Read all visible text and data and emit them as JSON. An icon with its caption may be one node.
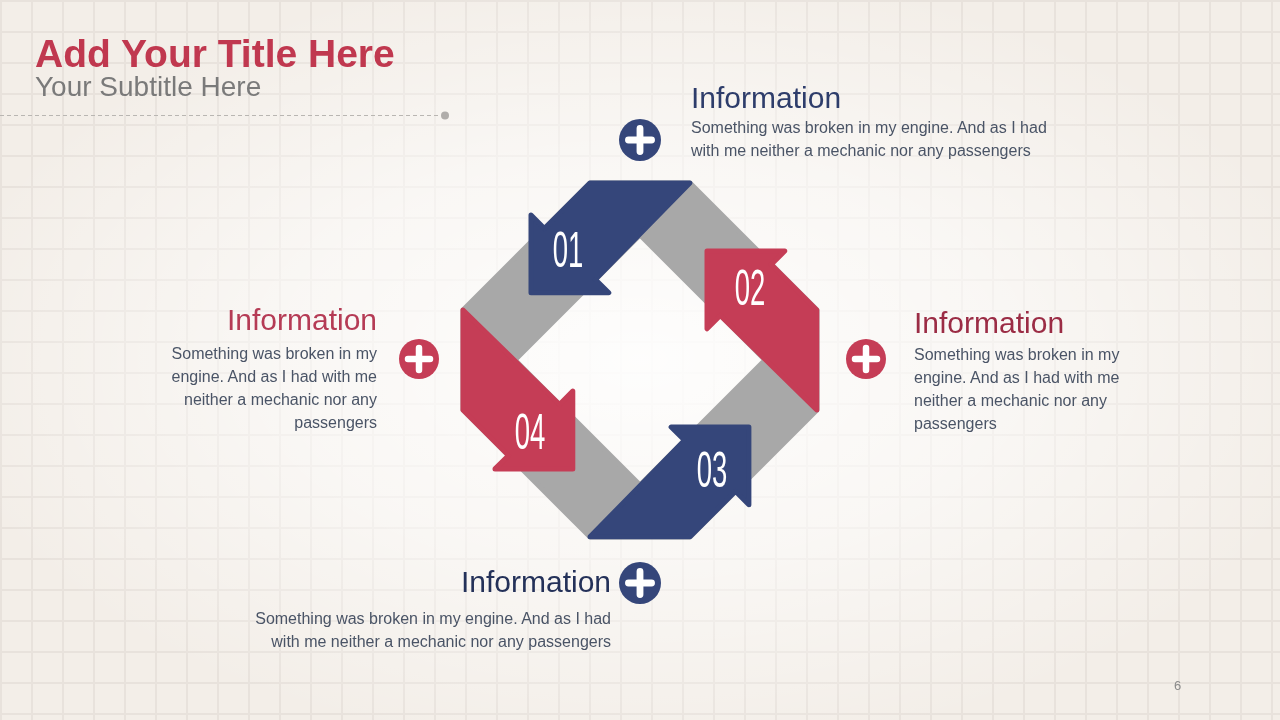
{
  "diagram": {
    "title": "Add Your Title Here",
    "nodes": [
      {
        "text": [
          "01"
        ],
        "beside": [
          "Information",
          "Something was broken in my engine. And as I had with me neither a mechanic nor any passengers"
        ]
      },
      {
        "text": [
          "02"
        ],
        "beside": [
          "Information",
          "Something was broken in my engine. And as I had with me neither a mechanic nor any passengers"
        ]
      },
      {
        "text": [
          "03"
        ],
        "beside": [
          "Information",
          "Something was broken in my engine. And as I had with me neither a mechanic nor any passengers"
        ]
      },
      {
        "text": [
          "04"
        ],
        "beside": [
          "Information",
          "Something was broken in my engine. And as I had with me neither a mechanic nor any passengers"
        ]
      }
    ],
    "labels": [
      "Your Subtitle Here",
      "6"
    ]
  }
}
